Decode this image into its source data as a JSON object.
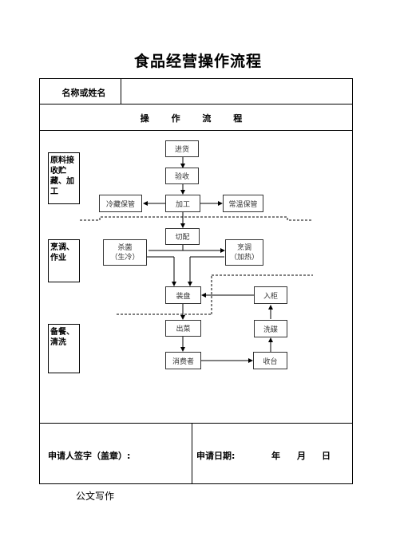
{
  "document": {
    "title": "食品经营操作流程",
    "name_label": "名称或姓名",
    "name_value": "",
    "process_title": "操 作 流 程",
    "applicant_signature_label": "申请人签字（盖章）:",
    "application_date_label": "申请日期:",
    "date_year": "年",
    "date_month": "月",
    "date_day": "日",
    "footer_caption": "公文写作"
  },
  "stages": [
    {
      "label": "原料接收贮藏、加工"
    },
    {
      "label": "烹调、作业"
    },
    {
      "label": "备餐、清洗"
    }
  ],
  "flow": {
    "purchase": "进货",
    "acceptance": "验收",
    "processing": "加工",
    "cold_storage": "冷藏保管",
    "room_storage": "常温保管",
    "cutting": "切配",
    "sterilize_line1": "杀菌",
    "sterilize_line2": "（生冷）",
    "cook_line1": "烹调",
    "cook_line2": "（加热）",
    "plating": "装盘",
    "cabinet": "入柜",
    "serve": "出菜",
    "wash_dishes": "洗碟",
    "consumer": "消费者",
    "collect": "收台"
  }
}
